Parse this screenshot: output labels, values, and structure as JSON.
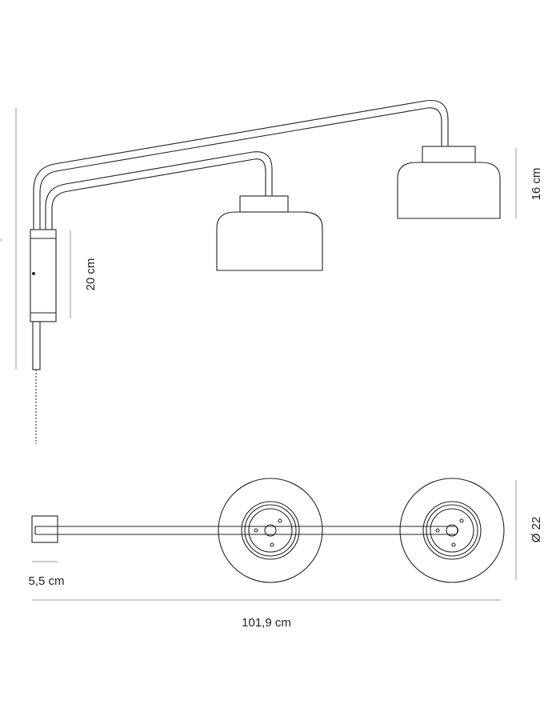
{
  "dimensions": {
    "arm_height": "20 cm",
    "shade_height": "16 cm",
    "shade_diameter": "Ø 22",
    "wall_depth": "5,5 cm",
    "total_width": "101,9 cm"
  }
}
